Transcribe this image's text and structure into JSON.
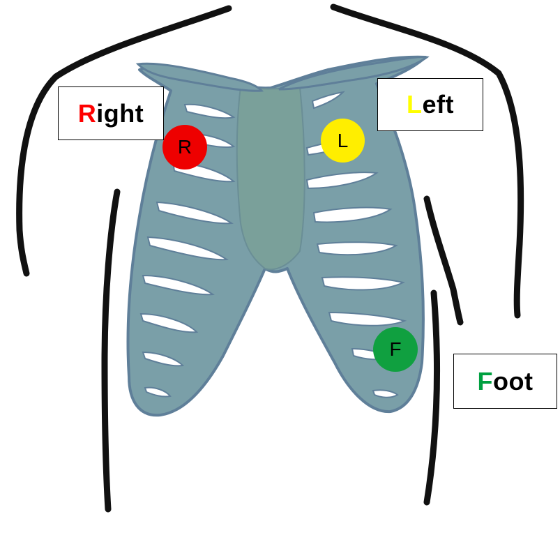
{
  "labels": {
    "right": {
      "initial": "R",
      "rest": "ight",
      "initial_color": "#ff0000"
    },
    "left": {
      "initial": "L",
      "rest": "eft",
      "initial_color": "#ffff00"
    },
    "foot": {
      "initial": "F",
      "rest": "oot",
      "initial_color": "#00a040"
    }
  },
  "electrodes": {
    "right": {
      "text": "R",
      "color": "#ee0000"
    },
    "left": {
      "text": "L",
      "color": "#ffee00"
    },
    "foot": {
      "text": "F",
      "color": "#10a040"
    }
  },
  "colors": {
    "ribcage_fill": "#7a9fa8",
    "ribcage_stroke": "#5f7f99",
    "body_outline": "#111111"
  }
}
